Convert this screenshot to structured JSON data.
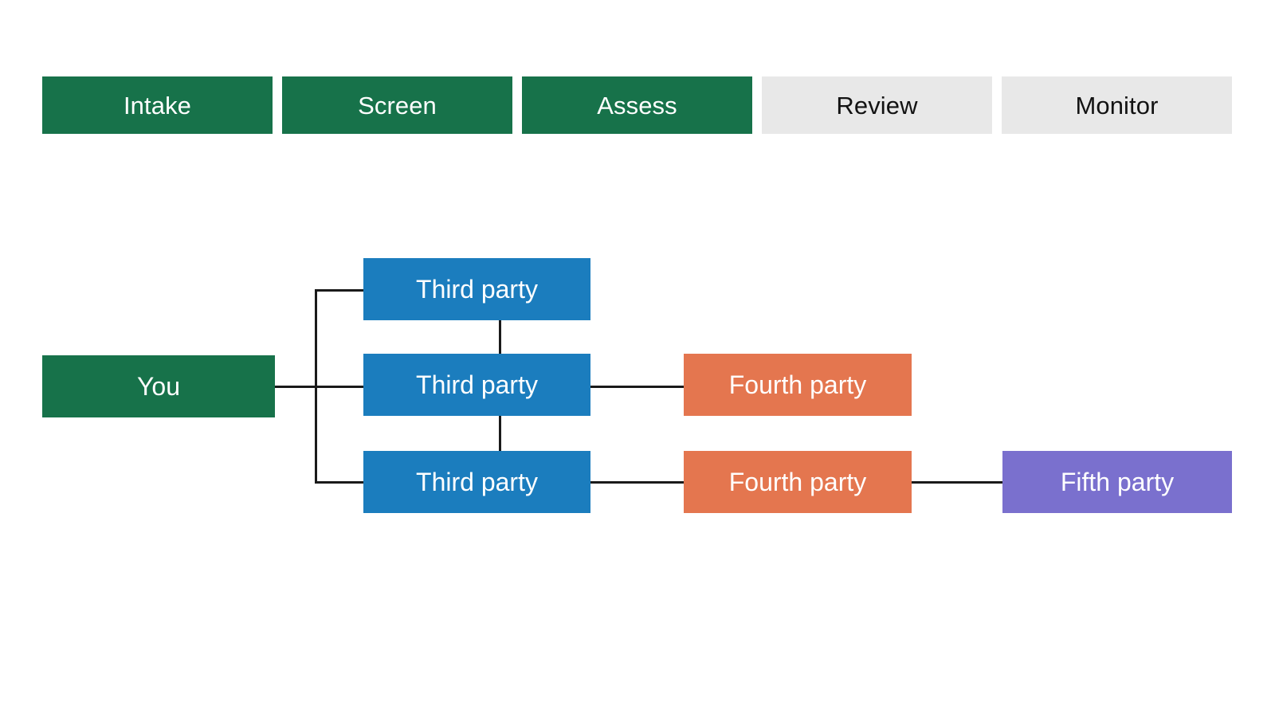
{
  "stage_bar": {
    "name": "lifecycle-stages",
    "stages": [
      {
        "label": "Intake",
        "state": "done"
      },
      {
        "label": "Screen",
        "state": "done"
      },
      {
        "label": "Assess",
        "state": "done"
      },
      {
        "label": "Review",
        "state": "todo"
      },
      {
        "label": "Monitor",
        "state": "todo"
      }
    ]
  },
  "graph": {
    "nodes": {
      "root": {
        "label": "You"
      },
      "third_1": {
        "label": "Third party"
      },
      "third_2": {
        "label": "Third party"
      },
      "third_3": {
        "label": "Third party"
      },
      "fourth_1": {
        "label": "Fourth party"
      },
      "fourth_2": {
        "label": "Fourth party"
      },
      "fifth_1": {
        "label": "Fifth party"
      }
    }
  },
  "colors": {
    "green": "#17724a",
    "blue": "#1b7dbe",
    "orange": "#e4764f",
    "purple": "#7a70ce",
    "gray": "#e8e8e8",
    "line": "#1a1a1a",
    "background": "#ffffff",
    "text_on_fill": "#ffffff",
    "text_on_gray": "#121212"
  }
}
